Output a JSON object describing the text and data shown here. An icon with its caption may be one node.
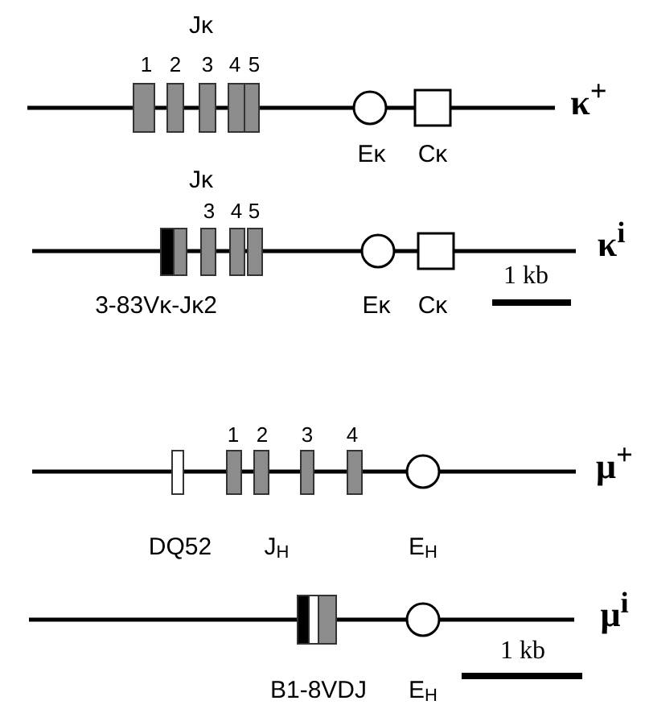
{
  "diagram": {
    "labels": [
      "Jκ",
      "1",
      "2",
      "3",
      "4",
      "5",
      "κ$^{+}$",
      "Eκ",
      "Cκ",
      "Jκ",
      "3",
      "4",
      "5",
      "κ$^{i}$",
      "1 kb",
      "3-83Vκ-Jκ2",
      "Eκ",
      "Cκ",
      "1",
      "2",
      "3",
      "4",
      "μ$^{+}$",
      "DQ52",
      "J$_{H}$",
      "E$_{H}$",
      "μ$^{i}$",
      "1 kb",
      "B1-8VDJ",
      "E$_{H}$"
    ]
  }
}
